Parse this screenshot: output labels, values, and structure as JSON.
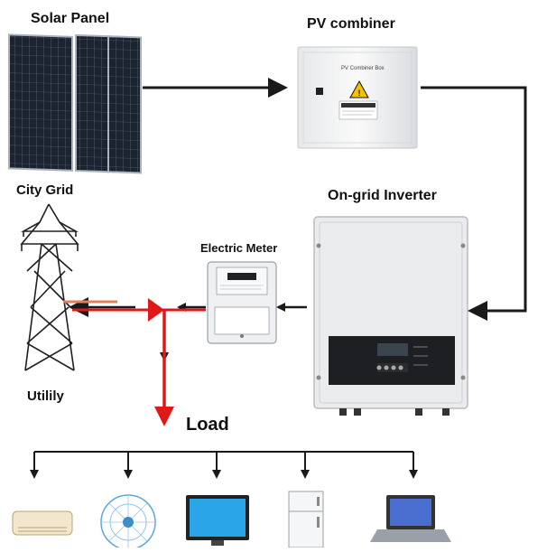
{
  "labels": {
    "solar_panel": "Solar Panel",
    "pv_combiner": "PV combiner",
    "combiner_box_text": "PV Combiner Box",
    "city_grid": "City Grid",
    "on_grid_inverter": "On-grid Inverter",
    "electric_meter": "Electric Meter",
    "utility": "Utilily",
    "load": "Load"
  },
  "colors": {
    "flow_line": "#1a1a1a",
    "grid_line": "#e01818",
    "panel_cell": "#1c2430",
    "warning": "#f2c200"
  },
  "icons": [
    "solar-panel-icon",
    "combiner-box-icon",
    "transmission-tower-icon",
    "inverter-icon",
    "electric-meter-icon",
    "air-conditioner-icon",
    "fan-icon",
    "tv-icon",
    "refrigerator-icon",
    "laptop-icon"
  ]
}
